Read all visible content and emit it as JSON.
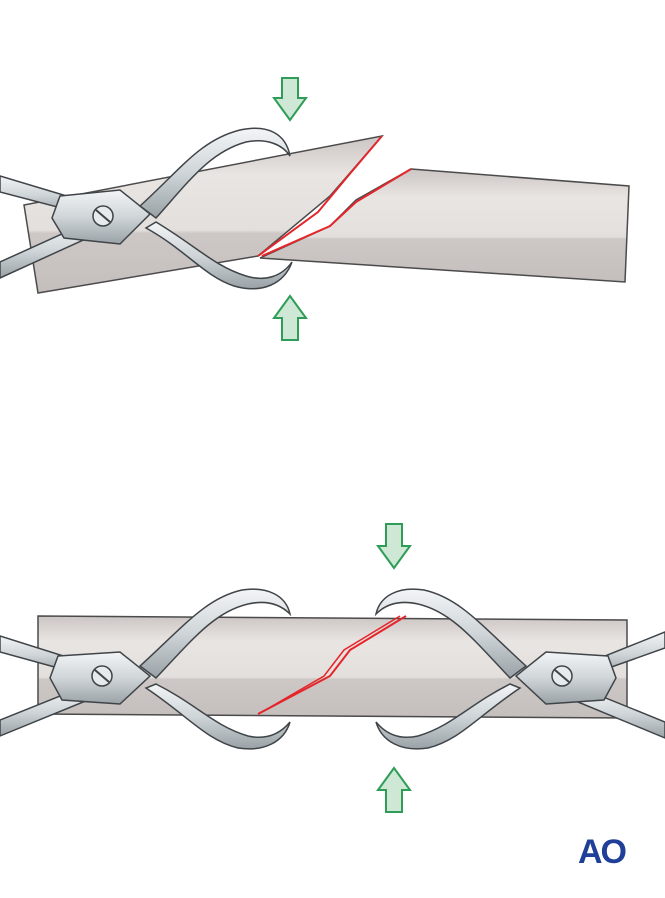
{
  "logo": {
    "text": "AO",
    "color": "#1f3f99"
  },
  "colors": {
    "bone_light": "#e7e3e1",
    "bone_mid": "#d2cdcb",
    "bone_shadow": "#bfb9b7",
    "bone_outline": "#4b4b4b",
    "fracture_line": "#e4262b",
    "arrow_fill": "#cfe8d6",
    "arrow_stroke": "#2e9d57",
    "instrument_fill": "#dfe3e6",
    "instrument_dark": "#8f979c",
    "instrument_outline": "#3f4448"
  },
  "panels": [
    {
      "name": "reduction-step-1-angled"
    },
    {
      "name": "reduction-step-2-aligned"
    }
  ]
}
